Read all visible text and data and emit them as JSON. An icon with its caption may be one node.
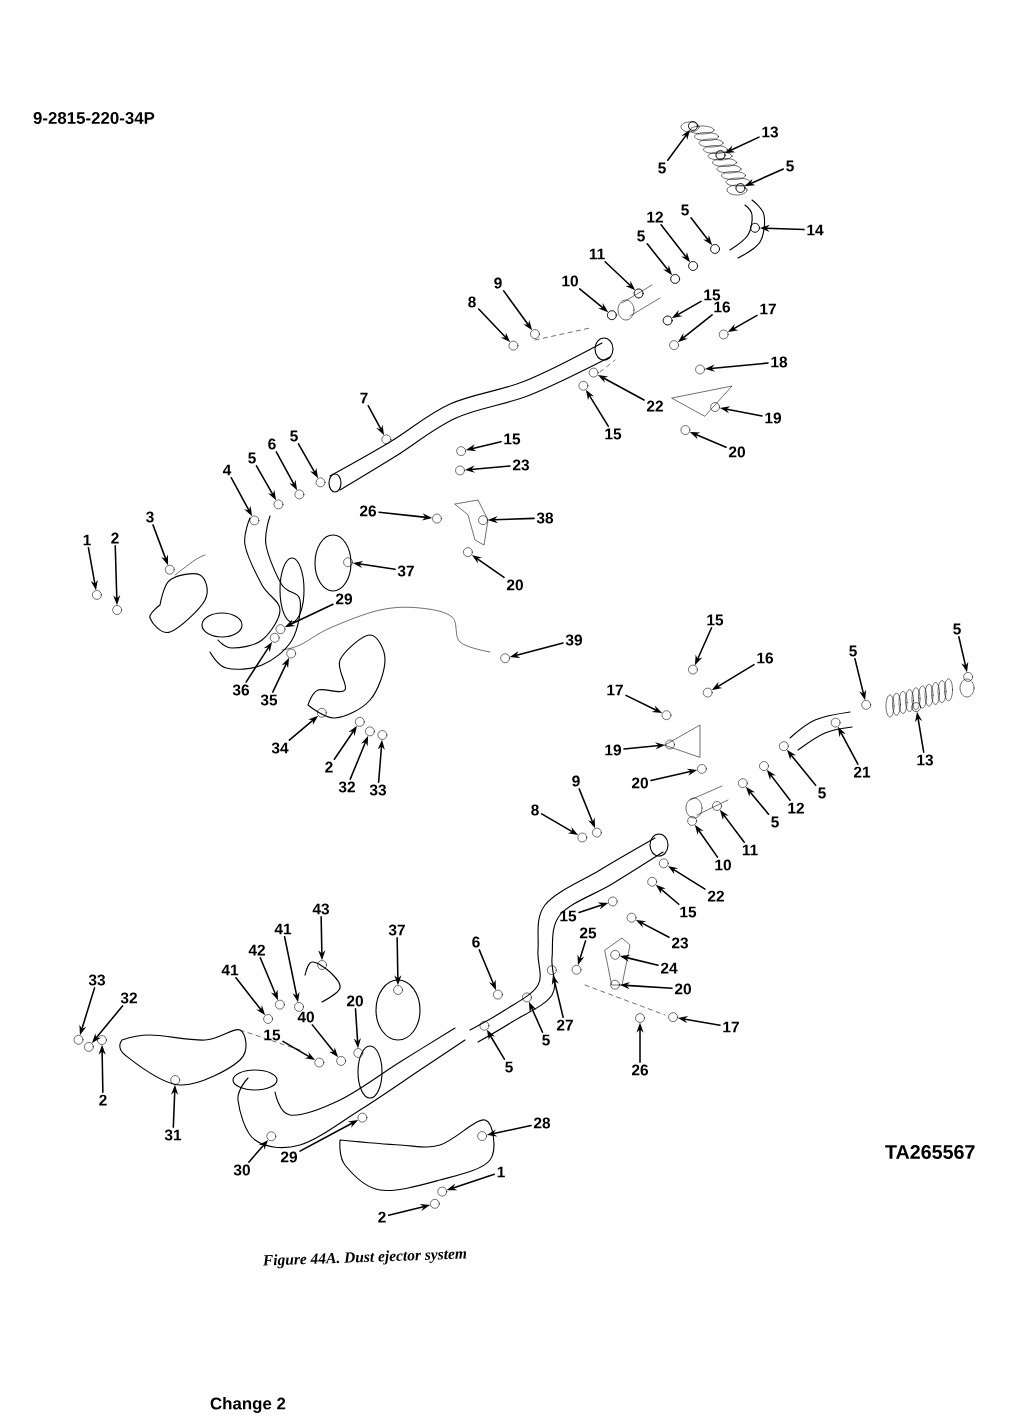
{
  "diagram": {
    "title": "9-2815-220-34P",
    "caption": "Figure 44A. Dust ejector system",
    "nodes": [
      {
        "text": [
          "5"
        ]
      },
      {
        "text": [
          "13"
        ]
      },
      {
        "text": [
          "5"
        ]
      },
      {
        "text": [
          "14"
        ]
      },
      {
        "text": [
          "5"
        ]
      },
      {
        "text": [
          "12"
        ]
      },
      {
        "text": [
          "5"
        ]
      },
      {
        "text": [
          "11"
        ]
      },
      {
        "text": [
          "10"
        ]
      },
      {
        "text": [
          "15"
        ]
      },
      {
        "text": [
          "16"
        ]
      },
      {
        "text": [
          "17"
        ]
      },
      {
        "text": [
          "18"
        ]
      },
      {
        "text": [
          "19"
        ]
      },
      {
        "text": [
          "20"
        ]
      },
      {
        "text": [
          "22"
        ]
      },
      {
        "text": [
          "15"
        ]
      },
      {
        "text": [
          "8"
        ]
      },
      {
        "text": [
          "9"
        ]
      },
      {
        "text": [
          "7"
        ]
      },
      {
        "text": [
          "15"
        ]
      },
      {
        "text": [
          "23"
        ]
      },
      {
        "text": [
          "5"
        ]
      },
      {
        "text": [
          "6"
        ]
      },
      {
        "text": [
          "5"
        ]
      },
      {
        "text": [
          "4"
        ]
      },
      {
        "text": [
          "3"
        ]
      },
      {
        "text": [
          "1"
        ]
      },
      {
        "text": [
          "2"
        ]
      },
      {
        "text": [
          "26"
        ]
      },
      {
        "text": [
          "38"
        ]
      },
      {
        "text": [
          "37"
        ]
      },
      {
        "text": [
          "20"
        ]
      },
      {
        "text": [
          "29"
        ]
      },
      {
        "text": [
          "39"
        ]
      },
      {
        "text": [
          "36"
        ]
      },
      {
        "text": [
          "35"
        ]
      },
      {
        "text": [
          "34"
        ]
      },
      {
        "text": [
          "2"
        ]
      },
      {
        "text": [
          "32"
        ]
      },
      {
        "text": [
          "33"
        ]
      },
      {
        "text": [
          "15"
        ]
      },
      {
        "text": [
          "16"
        ]
      },
      {
        "text": [
          "5"
        ]
      },
      {
        "text": [
          "5"
        ]
      },
      {
        "text": [
          "17"
        ]
      },
      {
        "text": [
          "19"
        ]
      },
      {
        "text": [
          "13"
        ]
      },
      {
        "text": [
          "21"
        ]
      },
      {
        "text": [
          "20"
        ]
      },
      {
        "text": [
          "9"
        ]
      },
      {
        "text": [
          "8"
        ]
      },
      {
        "text": [
          "5"
        ]
      },
      {
        "text": [
          "12"
        ]
      },
      {
        "text": [
          "5"
        ]
      },
      {
        "text": [
          "11"
        ]
      },
      {
        "text": [
          "10"
        ]
      },
      {
        "text": [
          "22"
        ]
      },
      {
        "text": [
          "15"
        ]
      },
      {
        "text": [
          "15"
        ]
      },
      {
        "text": [
          "23"
        ]
      },
      {
        "text": [
          "25"
        ]
      },
      {
        "text": [
          "24"
        ]
      },
      {
        "text": [
          "20"
        ]
      },
      {
        "text": [
          "17"
        ]
      },
      {
        "text": [
          "26"
        ]
      },
      {
        "text": [
          "6"
        ]
      },
      {
        "text": [
          "27"
        ]
      },
      {
        "text": [
          "5"
        ]
      },
      {
        "text": [
          "5"
        ]
      },
      {
        "text": [
          "43"
        ]
      },
      {
        "text": [
          "37"
        ]
      },
      {
        "text": [
          "41"
        ]
      },
      {
        "text": [
          "42"
        ]
      },
      {
        "text": [
          "41"
        ]
      },
      {
        "text": [
          "20"
        ]
      },
      {
        "text": [
          "40"
        ]
      },
      {
        "text": [
          "15"
        ]
      },
      {
        "text": [
          "33"
        ]
      },
      {
        "text": [
          "32"
        ]
      },
      {
        "text": [
          "2"
        ]
      },
      {
        "text": [
          "31"
        ]
      },
      {
        "text": [
          "30"
        ]
      },
      {
        "text": [
          "29"
        ]
      },
      {
        "text": [
          "28"
        ]
      },
      {
        "text": [
          "2"
        ]
      },
      {
        "text": [
          "1"
        ]
      },
      {
        "text": [],
        "shape": "circle"
      },
      {
        "text": [],
        "shape": "circle"
      },
      {
        "text": [],
        "shape": "circle"
      },
      {
        "text": [],
        "shape": "circle"
      },
      {
        "text": [],
        "shape": "circle"
      },
      {
        "text": [],
        "shape": "circle"
      },
      {
        "text": [],
        "shape": "circle"
      },
      {
        "text": [],
        "shape": "circle"
      },
      {
        "text": [],
        "shape": "circle"
      },
      {
        "text": [],
        "shape": "circle"
      },
      {
        "text": [],
        "shape": "circle"
      },
      {
        "text": [],
        "shape": "circle"
      },
      {
        "text": [],
        "shape": "circle"
      },
      {
        "text": [],
        "shape": "circle"
      },
      {
        "text": [],
        "shape": "circle"
      },
      {
        "text": [],
        "shape": "circle"
      },
      {
        "text": [],
        "shape": "circle"
      },
      {
        "text": [],
        "shape": "circle"
      },
      {
        "text": [],
        "shape": "circle"
      },
      {
        "text": [],
        "shape": "circle"
      },
      {
        "text": [],
        "shape": "circle"
      },
      {
        "text": [],
        "shape": "circle"
      },
      {
        "text": [],
        "shape": "circle"
      },
      {
        "text": [],
        "shape": "circle"
      },
      {
        "text": [],
        "shape": "circle"
      },
      {
        "text": [],
        "shape": "circle"
      },
      {
        "text": [],
        "shape": "circle"
      },
      {
        "text": [],
        "shape": "circle"
      },
      {
        "text": [],
        "shape": "circle"
      },
      {
        "text": [],
        "shape": "circle"
      },
      {
        "text": [],
        "shape": "circle"
      },
      {
        "text": [],
        "shape": "circle"
      },
      {
        "text": [],
        "shape": "circle"
      },
      {
        "text": [],
        "shape": "circle"
      },
      {
        "text": [],
        "shape": "circle"
      },
      {
        "text": [],
        "shape": "circle"
      },
      {
        "text": [],
        "shape": "circle"
      },
      {
        "text": [],
        "shape": "circle"
      },
      {
        "text": [],
        "shape": "circle"
      },
      {
        "text": [],
        "shape": "circle"
      },
      {
        "text": [],
        "shape": "circle"
      },
      {
        "text": [],
        "shape": "circle"
      },
      {
        "text": [],
        "shape": "circle"
      },
      {
        "text": [],
        "shape": "circle"
      },
      {
        "text": [],
        "shape": "circle"
      },
      {
        "text": [],
        "shape": "circle"
      },
      {
        "text": [],
        "shape": "circle"
      },
      {
        "text": [],
        "shape": "circle"
      },
      {
        "text": [],
        "shape": "circle"
      },
      {
        "text": [],
        "shape": "circle"
      },
      {
        "text": [],
        "shape": "circle"
      },
      {
        "text": [],
        "shape": "circle"
      },
      {
        "text": [],
        "shape": "circle"
      },
      {
        "text": [],
        "shape": "circle"
      },
      {
        "text": [],
        "shape": "circle"
      },
      {
        "text": [],
        "shape": "circle"
      },
      {
        "text": [],
        "shape": "circle"
      },
      {
        "text": [],
        "shape": "circle"
      },
      {
        "text": [],
        "shape": "circle"
      },
      {
        "text": [],
        "shape": "circle"
      },
      {
        "text": [],
        "shape": "circle"
      },
      {
        "text": [],
        "shape": "circle"
      },
      {
        "text": [],
        "shape": "circle"
      },
      {
        "text": [],
        "shape": "circle"
      },
      {
        "text": [],
        "shape": "circle"
      },
      {
        "text": [],
        "shape": "circle"
      },
      {
        "text": [],
        "shape": "circle"
      },
      {
        "text": [],
        "shape": "circle"
      },
      {
        "text": [],
        "shape": "circle"
      },
      {
        "text": [],
        "shape": "circle"
      },
      {
        "text": [],
        "shape": "circle"
      },
      {
        "text": [],
        "shape": "circle"
      },
      {
        "text": [],
        "shape": "circle"
      },
      {
        "text": [],
        "shape": "circle"
      },
      {
        "text": [],
        "shape": "circle"
      },
      {
        "text": [],
        "shape": "circle"
      },
      {
        "text": [],
        "shape": "circle"
      },
      {
        "text": [],
        "shape": "circle"
      },
      {
        "text": [],
        "shape": "circle"
      },
      {
        "text": [],
        "shape": "circle"
      },
      {
        "text": [],
        "shape": "circle"
      },
      {
        "text": [],
        "shape": "circle"
      },
      {
        "text": [],
        "shape": "circle"
      },
      {
        "text": [],
        "shape": "circle"
      },
      {
        "text": [],
        "shape": "circle"
      },
      {
        "text": [],
        "shape": "circle"
      },
      {
        "text": [],
        "shape": "circle"
      },
      {
        "text": [],
        "shape": "circle"
      },
      {
        "text": [],
        "shape": "circle"
      },
      {
        "text": [],
        "shape": "circle"
      },
      {
        "text": [],
        "shape": "circle"
      },
      {
        "text": [],
        "shape": "circle"
      },
      {
        "text": [],
        "shape": "circle"
      },
      {
        "text": [],
        "shape": "circle"
      },
      {
        "text": [],
        "shape": "circle"
      },
      {
        "text": [],
        "shape": "circle"
      },
      {
        "text": [],
        "shape": "circle"
      }
    ],
    "edges": [
      {
        "from": 0,
        "to": 87,
        "arrow": "to"
      },
      {
        "from": 1,
        "to": 88,
        "arrow": "to"
      },
      {
        "from": 2,
        "to": 89,
        "arrow": "to"
      },
      {
        "from": 3,
        "to": 90,
        "arrow": "to"
      },
      {
        "from": 4,
        "to": 91,
        "arrow": "to"
      },
      {
        "from": 5,
        "to": 92,
        "arrow": "to"
      },
      {
        "from": 6,
        "to": 93,
        "arrow": "to"
      },
      {
        "from": 7,
        "to": 94,
        "arrow": "to"
      },
      {
        "from": 8,
        "to": 95,
        "arrow": "to"
      },
      {
        "from": 9,
        "to": 96,
        "arrow": "to"
      },
      {
        "from": 10,
        "to": 97,
        "arrow": "to"
      },
      {
        "from": 11,
        "to": 98,
        "arrow": "to"
      },
      {
        "from": 12,
        "to": 99,
        "arrow": "to"
      },
      {
        "from": 13,
        "to": 100,
        "arrow": "to"
      },
      {
        "from": 14,
        "to": 101,
        "arrow": "to"
      },
      {
        "from": 15,
        "to": 102,
        "arrow": "to"
      },
      {
        "from": 16,
        "to": 103,
        "arrow": "to"
      },
      {
        "from": 17,
        "to": 104,
        "arrow": "to"
      },
      {
        "from": 18,
        "to": 105,
        "arrow": "to"
      },
      {
        "from": 19,
        "to": 106,
        "arrow": "to"
      },
      {
        "from": 20,
        "to": 107,
        "arrow": "to"
      },
      {
        "from": 21,
        "to": 108,
        "arrow": "to"
      },
      {
        "from": 22,
        "to": 109,
        "arrow": "to"
      },
      {
        "from": 23,
        "to": 110,
        "arrow": "to"
      },
      {
        "from": 24,
        "to": 111,
        "arrow": "to"
      },
      {
        "from": 25,
        "to": 112,
        "arrow": "to"
      },
      {
        "from": 26,
        "to": 113,
        "arrow": "to"
      },
      {
        "from": 27,
        "to": 114,
        "arrow": "to"
      },
      {
        "from": 28,
        "to": 115,
        "arrow": "to"
      },
      {
        "from": 29,
        "to": 116,
        "arrow": "to"
      },
      {
        "from": 30,
        "to": 117,
        "arrow": "to"
      },
      {
        "from": 31,
        "to": 118,
        "arrow": "to"
      },
      {
        "from": 32,
        "to": 119,
        "arrow": "to"
      },
      {
        "from": 33,
        "to": 120,
        "arrow": "to"
      },
      {
        "from": 34,
        "to": 121,
        "arrow": "to"
      },
      {
        "from": 35,
        "to": 122,
        "arrow": "to"
      },
      {
        "from": 36,
        "to": 123,
        "arrow": "to"
      },
      {
        "from": 37,
        "to": 124,
        "arrow": "to"
      },
      {
        "from": 38,
        "to": 125,
        "arrow": "to"
      },
      {
        "from": 39,
        "to": 126,
        "arrow": "to"
      },
      {
        "from": 40,
        "to": 127,
        "arrow": "to"
      },
      {
        "from": 41,
        "to": 128,
        "arrow": "to"
      },
      {
        "from": 42,
        "to": 129,
        "arrow": "to"
      },
      {
        "from": 43,
        "to": 130,
        "arrow": "to"
      },
      {
        "from": 44,
        "to": 131,
        "arrow": "to"
      },
      {
        "from": 45,
        "to": 132,
        "arrow": "to"
      },
      {
        "from": 46,
        "to": 133,
        "arrow": "to"
      },
      {
        "from": 47,
        "to": 134,
        "arrow": "to"
      },
      {
        "from": 48,
        "to": 135,
        "arrow": "to"
      },
      {
        "from": 49,
        "to": 136,
        "arrow": "to"
      },
      {
        "from": 50,
        "to": 137,
        "arrow": "to"
      },
      {
        "from": 51,
        "to": 138,
        "arrow": "to"
      },
      {
        "from": 52,
        "to": 139,
        "arrow": "to"
      },
      {
        "from": 53,
        "to": 140,
        "arrow": "to"
      },
      {
        "from": 54,
        "to": 141,
        "arrow": "to"
      },
      {
        "from": 55,
        "to": 142,
        "arrow": "to"
      },
      {
        "from": 56,
        "to": 143,
        "arrow": "to"
      },
      {
        "from": 57,
        "to": 144,
        "arrow": "to"
      },
      {
        "from": 58,
        "to": 145,
        "arrow": "to"
      },
      {
        "from": 59,
        "to": 146,
        "arrow": "to"
      },
      {
        "from": 60,
        "to": 147,
        "arrow": "to"
      },
      {
        "from": 61,
        "to": 148,
        "arrow": "to"
      },
      {
        "from": 62,
        "to": 149,
        "arrow": "to"
      },
      {
        "from": 63,
        "to": 150,
        "arrow": "to"
      },
      {
        "from": 64,
        "to": 151,
        "arrow": "to"
      },
      {
        "from": 65,
        "to": 152,
        "arrow": "to"
      },
      {
        "from": 66,
        "to": 153,
        "arrow": "to"
      },
      {
        "from": 67,
        "to": 154,
        "arrow": "to"
      },
      {
        "from": 68,
        "to": 155,
        "arrow": "to"
      },
      {
        "from": 69,
        "to": 156,
        "arrow": "to"
      },
      {
        "from": 70,
        "to": 157,
        "arrow": "to"
      },
      {
        "from": 71,
        "to": 158,
        "arrow": "to"
      },
      {
        "from": 72,
        "to": 159,
        "arrow": "to"
      },
      {
        "from": 73,
        "to": 160,
        "arrow": "to"
      },
      {
        "from": 74,
        "to": 161,
        "arrow": "to"
      },
      {
        "from": 75,
        "to": 162,
        "arrow": "to"
      },
      {
        "from": 76,
        "to": 163,
        "arrow": "to"
      },
      {
        "from": 77,
        "to": 164,
        "arrow": "to"
      },
      {
        "from": 78,
        "to": 165,
        "arrow": "to"
      },
      {
        "from": 79,
        "to": 166,
        "arrow": "to"
      },
      {
        "from": 80,
        "to": 167,
        "arrow": "to"
      },
      {
        "from": 81,
        "to": 168,
        "arrow": "to"
      },
      {
        "from": 82,
        "to": 169,
        "arrow": "to"
      },
      {
        "from": 83,
        "to": 170,
        "arrow": "to"
      },
      {
        "from": 84,
        "to": 171,
        "arrow": "to"
      },
      {
        "from": 85,
        "to": 172,
        "arrow": "to"
      },
      {
        "from": 86,
        "to": 173,
        "arrow": "to"
      }
    ],
    "labels": [
      "TA265567",
      "Change 2"
    ]
  }
}
